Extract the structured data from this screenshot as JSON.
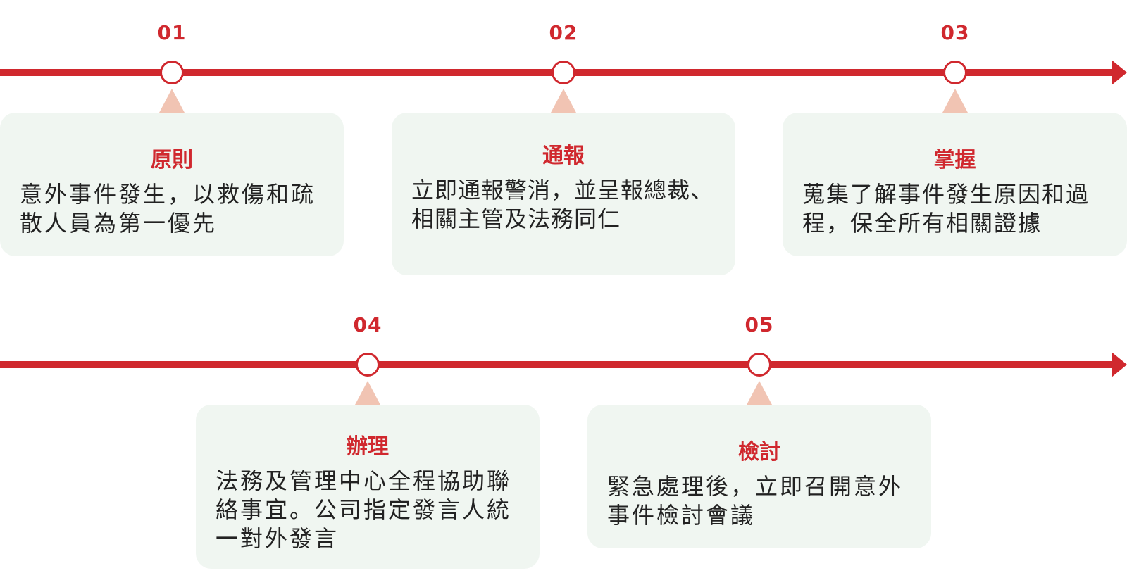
{
  "steps": [
    {
      "number": "01",
      "title": "原則",
      "description": "意外事件發生，以救傷和疏散人員為第一優先"
    },
    {
      "number": "02",
      "title": "通報",
      "description": "立即通報警消，並呈報總裁、相關主管及法務同仁"
    },
    {
      "number": "03",
      "title": "掌握",
      "description": "蒐集了解事件發生原因和過程，保全所有相關證據"
    },
    {
      "number": "04",
      "title": "辦理",
      "description": "法務及管理中心全程協助聯絡事宜。公司指定發言人統一對外發言"
    },
    {
      "number": "05",
      "title": "檢討",
      "description": "緊急處理後，立即召開意外事件檢討會議"
    }
  ],
  "colors": {
    "accent": "#d0282e",
    "card_background": "#f0f6f1",
    "pointer": "#f1c4b3",
    "text": "#222222"
  }
}
